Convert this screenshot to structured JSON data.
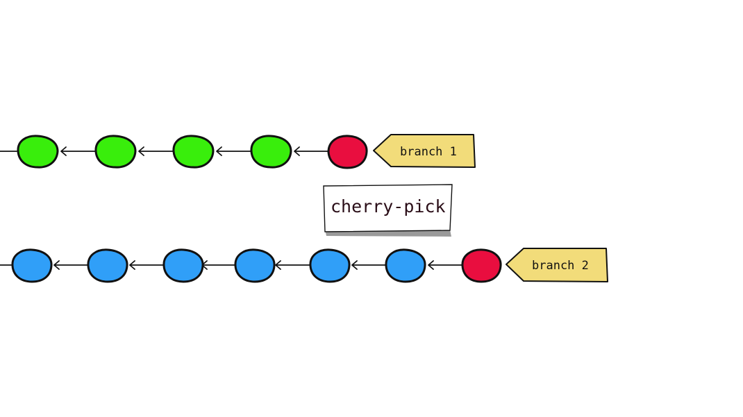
{
  "colors": {
    "branch1_commit": "#39ee0c",
    "branch2_commit": "#309ff8",
    "head_commit": "#e90e3f",
    "tag_fill": "#f2dc7a",
    "outline": "#111111"
  },
  "branches": [
    {
      "label": "branch 1",
      "commits": 4,
      "head_color": "#e90e3f"
    },
    {
      "label": "branch 2",
      "commits": 6,
      "head_color": "#e90e3f"
    }
  ],
  "operation": {
    "label": "cherry-pick"
  }
}
